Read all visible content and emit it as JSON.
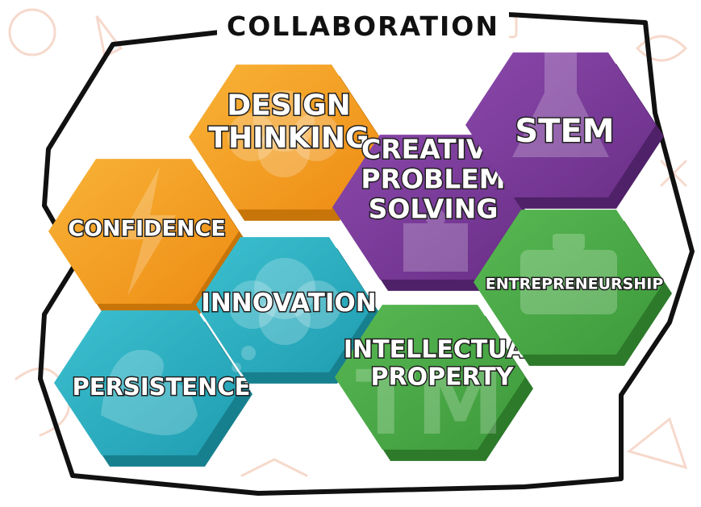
{
  "title": "COLLABORATION",
  "colors": {
    "outline": "#111111",
    "background_doodles": "#f6d9cc",
    "orange": "#f39a1e",
    "teal": "#2bb0c2",
    "purple": "#7a3c98",
    "green": "#49aa46",
    "label_fill": "#ffffff",
    "label_stroke": "#1f1f1f"
  },
  "hexagons": [
    {
      "id": "confidence",
      "label_lines": [
        "CONFIDENCE"
      ],
      "color": "orange",
      "icon": "lightning-bolt-icon"
    },
    {
      "id": "design-thinking",
      "label_lines": [
        "DESIGN",
        "THINKING"
      ],
      "color": "orange",
      "icon": "cloud-icon"
    },
    {
      "id": "innovation",
      "label_lines": [
        "INNOVATION"
      ],
      "color": "teal",
      "icon": "thought-cloud-icon"
    },
    {
      "id": "persistence",
      "label_lines": [
        "PERSISTENCE"
      ],
      "color": "teal",
      "icon": "flexed-arm-icon"
    },
    {
      "id": "creative-problem-solving",
      "label_lines": [
        "CREATIVE",
        "PROBLEM",
        "SOLVING"
      ],
      "color": "purple",
      "icon": "puzzle-icon"
    },
    {
      "id": "stem",
      "label_lines": [
        "STEM"
      ],
      "color": "purple",
      "icon": "flask-icon"
    },
    {
      "id": "entrepreneurship",
      "label_lines": [
        "ENTREPRENEURSHIP"
      ],
      "color": "green",
      "icon": "briefcase-icon"
    },
    {
      "id": "intellectual-property",
      "label_lines": [
        "INTELLECTUAL",
        "PROPERTY"
      ],
      "color": "green",
      "icon": "trademark-icon"
    }
  ],
  "tm_mark": "TM"
}
